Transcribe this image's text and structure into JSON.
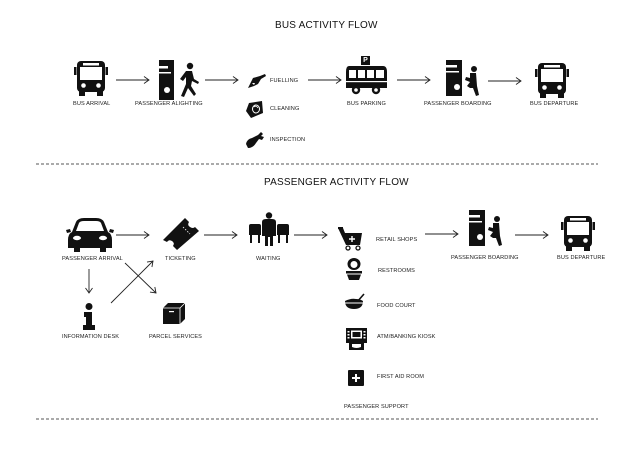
{
  "bus_flow": {
    "title": "BUS ACTIVITY FLOW",
    "steps": {
      "arrival": "BUS ARRIVAL",
      "alighting": "PASSENGER ALIGHTING",
      "parking": "BUS PARKING",
      "boarding": "PASSENGER BOARDING",
      "departure": "BUS DEPARTURE"
    },
    "services": {
      "fuelling": "FUELLING",
      "cleaning": "CLEANING",
      "inspection": "INSPECTION"
    },
    "parking_sign": "P"
  },
  "passenger_flow": {
    "title": "PASSENGER ACTIVITY FLOW",
    "steps": {
      "arrival": "PASSENGER ARRIVAL",
      "ticketing": "TICKETING",
      "waiting": "WAITING",
      "boarding": "PASSENGER BOARDING",
      "departure": "BUS DEPARTURE",
      "information": "INFORMATION DESK",
      "parcel": "PARCEL SERVICES"
    },
    "facilities": {
      "retail": "RETAIL SHOPS",
      "restrooms": "RESTROOMS",
      "food": "FOOD COURT",
      "atm": "ATM/BANKING KIOSK",
      "first_aid": "FIRST AID ROOM"
    },
    "support_label": "PASSENGER SUPPORT"
  },
  "colors": {
    "ink": "#111111",
    "divider": "#555555"
  }
}
